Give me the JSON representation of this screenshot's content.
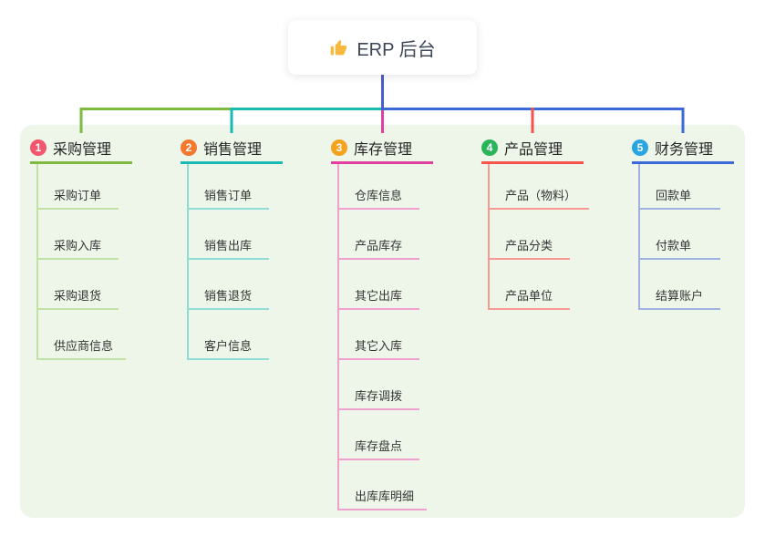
{
  "root": {
    "label": "ERP 后台",
    "icon": "thumbs-up-icon"
  },
  "colors": {
    "panel_bg": "#edf6e8",
    "trunk": "#4c5bca",
    "root_text": "#3c4656"
  },
  "branches": [
    {
      "badge": "1",
      "title": "采购管理",
      "badge_color": "#f4566e",
      "line_color": "#7eba40",
      "child_line_color": "#c3e0a6",
      "children": [
        "采购订单",
        "采购入库",
        "采购退货",
        "供应商信息"
      ]
    },
    {
      "badge": "2",
      "title": "销售管理",
      "badge_color": "#f4782e",
      "line_color": "#18bab4",
      "child_line_color": "#90dcd7",
      "children": [
        "销售订单",
        "销售出库",
        "销售退货",
        "客户信息"
      ]
    },
    {
      "badge": "3",
      "title": "库存管理",
      "badge_color": "#f6a21d",
      "line_color": "#e0419f",
      "child_line_color": "#f0a0cf",
      "children": [
        "仓库信息",
        "产品库存",
        "其它出库",
        "其它入库",
        "库存调拨",
        "库存盘点",
        "出库库明细"
      ]
    },
    {
      "badge": "4",
      "title": "产品管理",
      "badge_color": "#2cb45b",
      "line_color": "#f4534e",
      "child_line_color": "#f79a94",
      "children": [
        "产品（物料）",
        "产品分类",
        "产品单位"
      ]
    },
    {
      "badge": "5",
      "title": "财务管理",
      "badge_color": "#29a6e0",
      "line_color": "#3d68d8",
      "child_line_color": "#9fb3e2",
      "children": [
        "回款单",
        "付款单",
        "结算账户"
      ]
    }
  ]
}
